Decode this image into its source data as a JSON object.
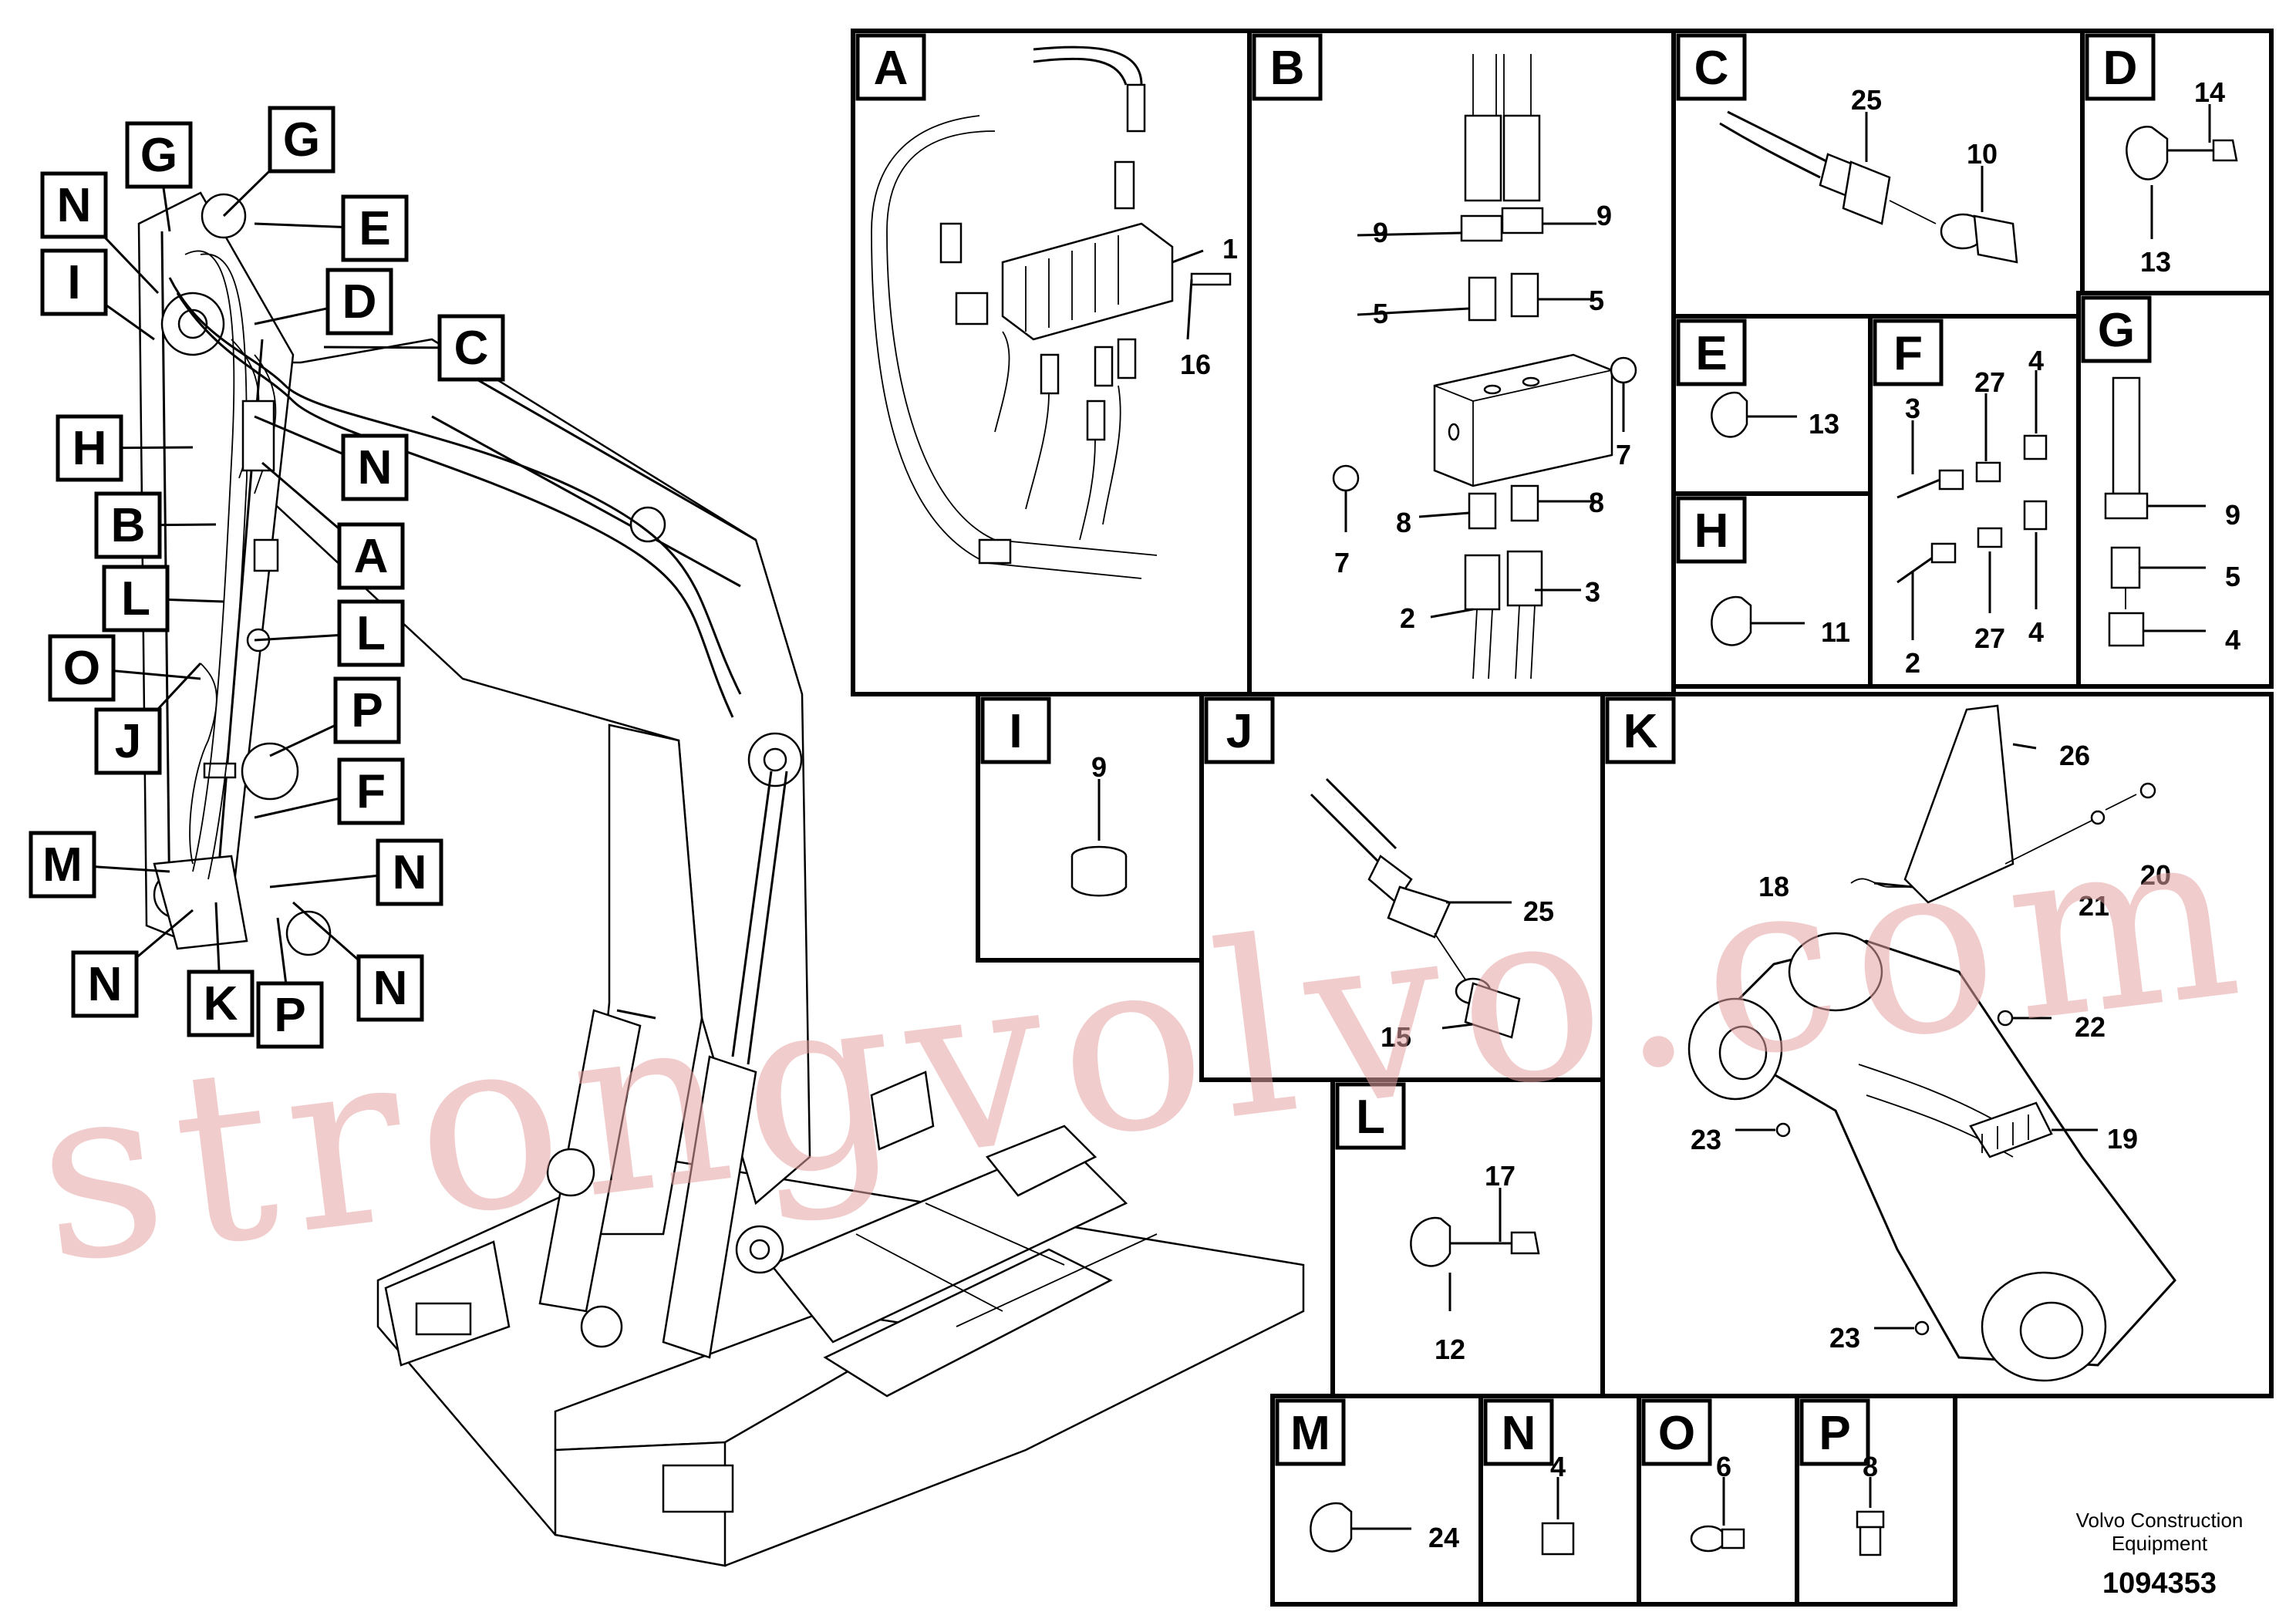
{
  "panel_letters": [
    "A",
    "B",
    "C",
    "D",
    "E",
    "F",
    "G",
    "H",
    "I",
    "J",
    "K",
    "L",
    "M",
    "N",
    "O",
    "P"
  ],
  "overview_tags": [
    "N",
    "G",
    "G",
    "E",
    "I",
    "D",
    "C",
    "H",
    "N",
    "B",
    "A",
    "L",
    "L",
    "O",
    "P",
    "J",
    "F",
    "M",
    "N",
    "N",
    "K",
    "P",
    "N"
  ],
  "panel_numbers": {
    "A": [
      "1",
      "16"
    ],
    "B": [
      "9",
      "9",
      "5",
      "5",
      "7",
      "7",
      "8",
      "8",
      "2",
      "3"
    ],
    "C": [
      "25",
      "10"
    ],
    "D": [
      "14",
      "13"
    ],
    "E": [
      "13"
    ],
    "F": [
      "3",
      "27",
      "4",
      "2",
      "27",
      "4"
    ],
    "G": [
      "9",
      "5",
      "4"
    ],
    "H": [
      "11"
    ],
    "I": [
      "9"
    ],
    "J": [
      "25",
      "15"
    ],
    "K": [
      "26",
      "18",
      "21",
      "20",
      "22",
      "23",
      "19",
      "23"
    ],
    "L": [
      "17",
      "12"
    ],
    "M": [
      "24"
    ],
    "N": [
      "4"
    ],
    "O": [
      "6"
    ],
    "P": [
      "8"
    ]
  },
  "watermark": "strongvolvo.com",
  "footer": {
    "brand_line1": "Volvo Construction",
    "brand_line2": "Equipment",
    "drawing_number": "1094353"
  }
}
